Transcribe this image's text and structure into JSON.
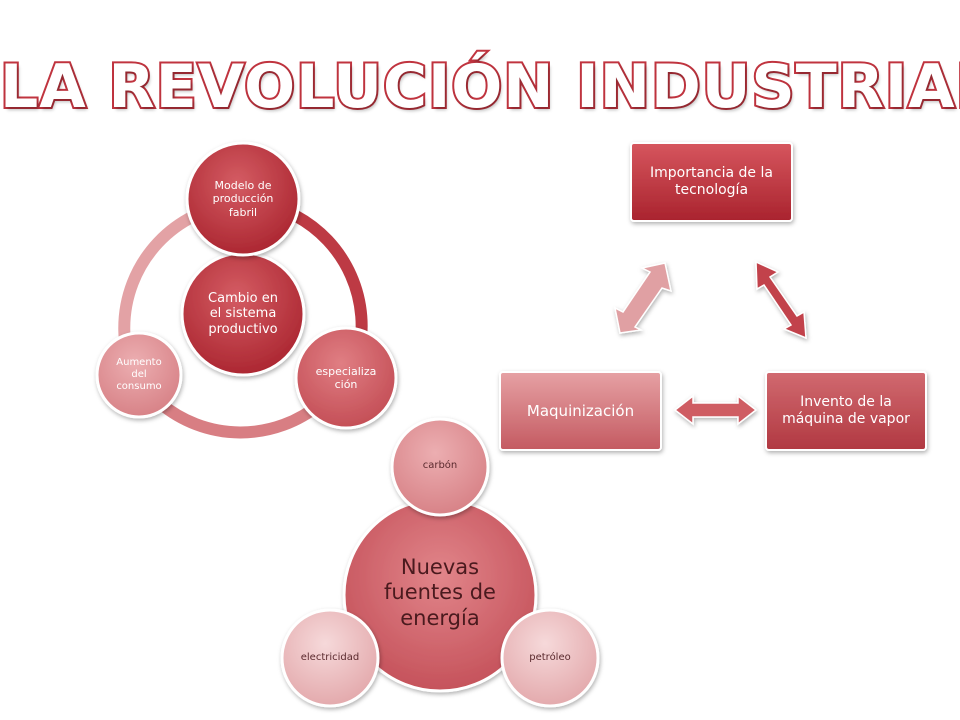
{
  "title": "LA REVOLUCIÓN INDUSTRIAL",
  "cycle": {
    "center": "Cambio en el sistema productivo",
    "top": "Modelo de producción fabril",
    "right": "especializa ción",
    "left": "Aumento del consumo"
  },
  "triangle": {
    "top": "Importancia de la tecnología",
    "left": "Maquinización",
    "right": "Invento de la máquina de vapor"
  },
  "energy": {
    "center": "Nuevas fuentes de energía",
    "top": "carbón",
    "right": "petróleo",
    "left": "electricidad"
  },
  "colors": {
    "dark_red": "#b8323d",
    "mid_red": "#c9585f",
    "light_red": "#dc8c90",
    "pale_red": "#ecc2c3"
  }
}
